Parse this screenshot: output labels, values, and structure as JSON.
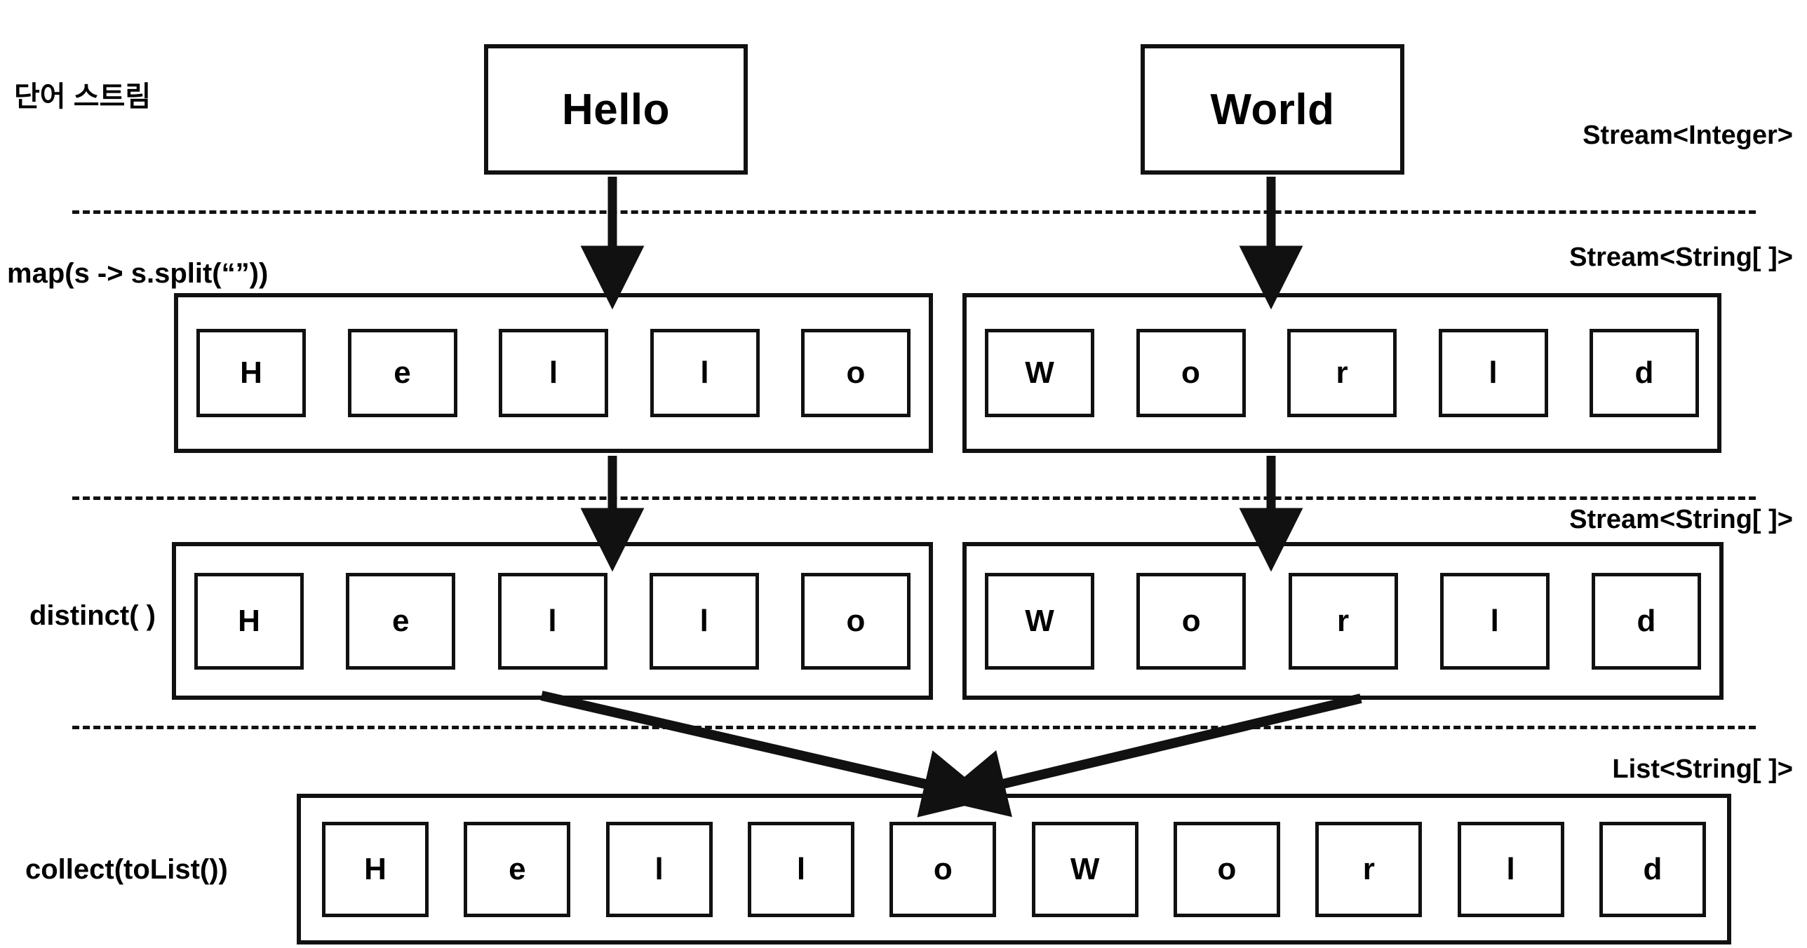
{
  "diagram": {
    "title_hidden": "",
    "stages": [
      {
        "id": "source",
        "left_label": "단어 스트림",
        "right_label": "Stream<Integer>",
        "words": [
          "Hello",
          "World"
        ]
      },
      {
        "id": "map",
        "left_label": "map(s -> s.split(“”))",
        "right_label": "Stream<String[ ]>",
        "groups": [
          {
            "letters": [
              "H",
              "e",
              "l",
              "l",
              "o"
            ]
          },
          {
            "letters": [
              "W",
              "o",
              "r",
              "l",
              "d"
            ]
          }
        ]
      },
      {
        "id": "distinct",
        "left_label": "distinct( )",
        "right_label": "Stream<String[ ]>",
        "groups": [
          {
            "letters": [
              "H",
              "e",
              "l",
              "l",
              "o"
            ]
          },
          {
            "letters": [
              "W",
              "o",
              "r",
              "l",
              "d"
            ]
          }
        ]
      },
      {
        "id": "collect",
        "left_label": "collect(toList())",
        "right_label": "List<String[ ]>",
        "groups": [
          {
            "letters": [
              "H",
              "e",
              "l",
              "l",
              "o",
              "W",
              "o",
              "r",
              "l",
              "d"
            ]
          }
        ]
      }
    ],
    "colors": {
      "stroke": "#111111",
      "background": "#ffffff",
      "text": "#000000"
    },
    "arrows": {
      "vertical_count": 4,
      "converging_count": 2
    }
  }
}
